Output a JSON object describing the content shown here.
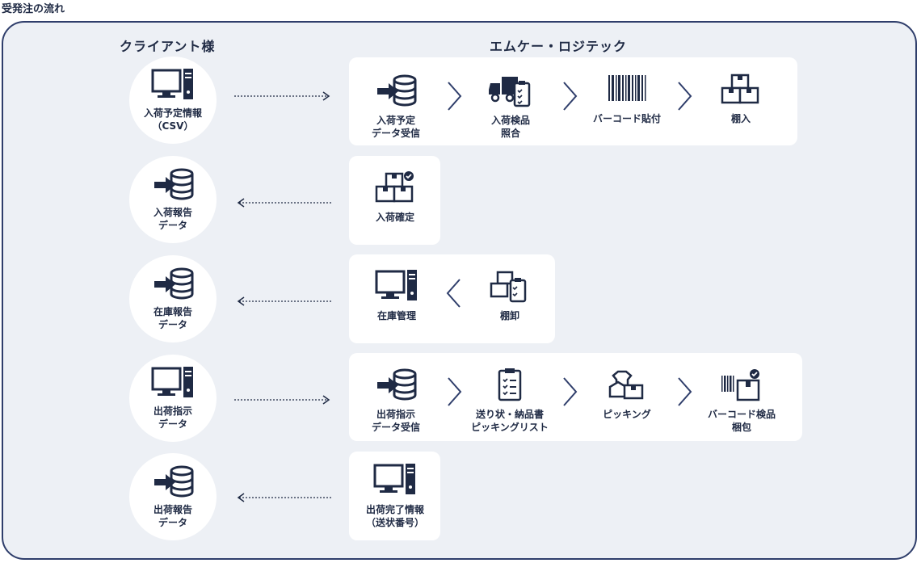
{
  "page_title": "受発注の流れ",
  "headers": {
    "client": "クライアント様",
    "company": "エムケー・ロジテック"
  },
  "client_nodes": [
    {
      "line1": "入荷予定情報",
      "line2": "（CSV）",
      "icon": "computer-icon"
    },
    {
      "line1": "入荷報告",
      "line2": "データ",
      "icon": "database-icon"
    },
    {
      "line1": "在庫報告",
      "line2": "データ",
      "icon": "database-icon"
    },
    {
      "line1": "出荷指示",
      "line2": "データ",
      "icon": "computer-icon"
    },
    {
      "line1": "出荷報告",
      "line2": "データ",
      "icon": "database-icon"
    }
  ],
  "rows": [
    {
      "direction": "to-company",
      "steps": [
        {
          "line1": "入荷予定",
          "line2": "データ受信",
          "icon": "database-import-icon"
        },
        {
          "line1": "入荷検品",
          "line2": "照合",
          "icon": "truck-checklist-icon"
        },
        {
          "line1": "バーコード貼付",
          "line2": "",
          "icon": "barcode-icon"
        },
        {
          "line1": "棚入",
          "line2": "",
          "icon": "boxes-icon"
        }
      ]
    },
    {
      "direction": "to-client",
      "steps": [
        {
          "line1": "入荷確定",
          "line2": "",
          "icon": "boxes-check-icon"
        }
      ]
    },
    {
      "direction": "to-client",
      "steps": [
        {
          "line1": "在庫管理",
          "line2": "",
          "icon": "computer-icon"
        },
        {
          "line1": "棚卸",
          "line2": "",
          "icon": "boxes-checklist-icon"
        }
      ]
    },
    {
      "direction": "to-company",
      "steps": [
        {
          "line1": "出荷指示",
          "line2": "データ受信",
          "icon": "database-import-icon"
        },
        {
          "line1": "送り状・納品書",
          "line2": "ピッキングリスト",
          "icon": "clipboard-icon"
        },
        {
          "line1": "ピッキング",
          "line2": "",
          "icon": "picking-icon"
        },
        {
          "line1": "バーコード検品",
          "line2": "梱包",
          "icon": "barcode-box-icon"
        }
      ]
    },
    {
      "direction": "to-client",
      "steps": [
        {
          "line1": "出荷完了情報",
          "line2": "（送状番号）",
          "icon": "computer-icon"
        }
      ]
    }
  ],
  "colors": {
    "navy": "#1f2a44",
    "frame": "#2f3e6b",
    "background": "#edf0f5",
    "panel": "#ffffff"
  }
}
